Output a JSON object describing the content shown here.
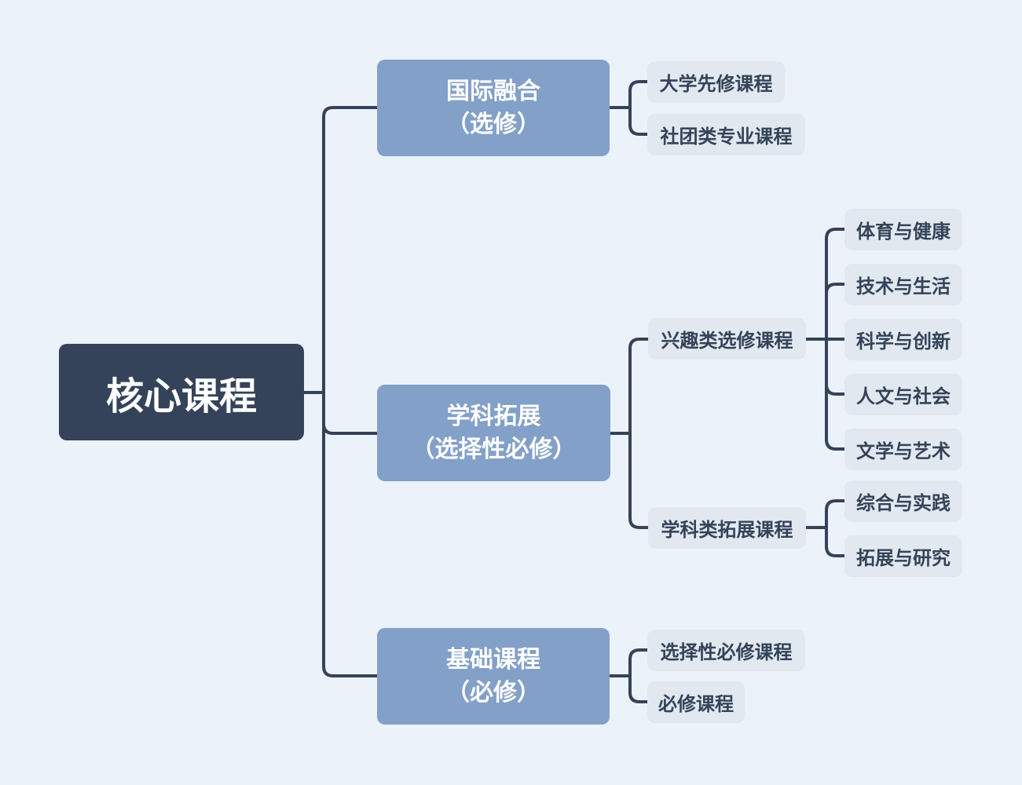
{
  "root": {
    "label": "核心课程"
  },
  "branches": [
    {
      "title": "国际融合",
      "subtitle": "（选修）",
      "children": [
        "大学先修课程",
        "社团类专业课程"
      ]
    },
    {
      "title": "学科拓展",
      "subtitle": "（选择性必修）",
      "children": [
        "兴趣类选修课程",
        "学科类拓展课程"
      ]
    },
    {
      "title": "基础课程",
      "subtitle": "（必修）",
      "children": [
        "选择性必修课程",
        "必修课程"
      ]
    }
  ],
  "interest_children": [
    "体育与健康",
    "技术与生活",
    "科学与创新",
    "人文与社会",
    "文学与艺术"
  ],
  "subject_children": [
    "综合与实践",
    "拓展与研究"
  ],
  "colors": {
    "root": "#344359",
    "branch": "#82a0c8",
    "leaf": "#e1e8f0",
    "line": "#344359",
    "background": "#ebf2fa"
  }
}
